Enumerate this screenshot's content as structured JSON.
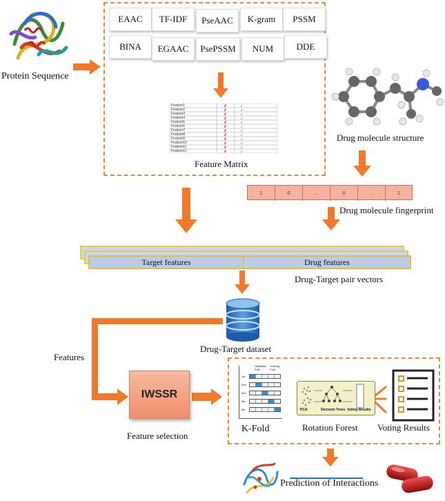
{
  "labels": {
    "protein_sequence": "Protein Sequence",
    "feature_matrix": "Feature Matrix",
    "drug_molecule_structure": "Drug molecule structure",
    "drug_molecule_fingerprint": "Drug molecule fingerprint",
    "target_features": "Target features",
    "drug_features": "Drug features",
    "pair_vectors": "Drug-Target pair vectors",
    "dataset": "Drug-Target dataset",
    "features": "Features",
    "iwssr": "IWSSR",
    "feature_selection": "Feature selection",
    "kfold": "K-Fold",
    "rotation_forest": "Rotation Forest",
    "voting_results": "Voting Results",
    "prediction": "Prediction of Interactions",
    "pca": "PCA",
    "decision_trees": "Decision Trees",
    "voting_results_small": "Voting Results"
  },
  "feature_methods": [
    "EAAC",
    "TF-IDF",
    "PseAAC",
    "K-gram",
    "PSSM",
    "BINA",
    "EGAAC",
    "PsePSSM",
    "NUM",
    "DDE"
  ],
  "matrix_rows": [
    "Feature1",
    "Feature2",
    "Feature3",
    "Feature4",
    "Feature5",
    "Feature6",
    "Feature7",
    "Feature8",
    "Feature9",
    "Feature10",
    "Feature11",
    "Feature12"
  ],
  "fingerprint_cells": [
    "1",
    "0",
    "...",
    "0",
    "...",
    "1"
  ],
  "kfold_rows": [
    "1st",
    "2nd",
    "3rd",
    "4th",
    "5th"
  ],
  "kfold_headers": {
    "validation": "Validation Fold",
    "training": "Training Fold"
  },
  "colors": {
    "arrow": "#f07a2a",
    "dash": "#e8893a",
    "fingerprint": "#f6b2a0",
    "pair_bar": "#b9cde6"
  }
}
